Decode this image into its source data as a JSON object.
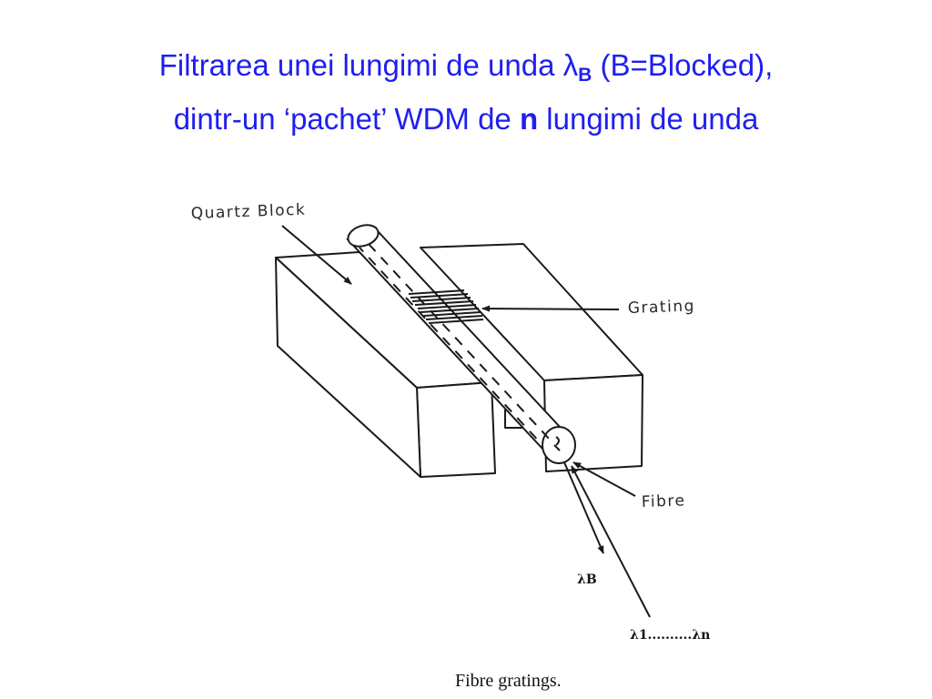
{
  "slide": {
    "title_line1_text": "Filtrarea unei lungimi de unda λ",
    "title_line1_sub": "B",
    "title_line1_tail": " (B=Blocked),",
    "title_line2_text": "dintr-un ‘pachet’ WDM de ",
    "title_line2_bold": "n",
    "title_line2_tail": " lungimi de unda",
    "title_color": "#1f1ff0"
  },
  "figure": {
    "labels": {
      "quartz_block": "Quartz Block",
      "grating": "Grating",
      "fibre": "Fibre",
      "lambda_b": "λB",
      "lambda_range": "λ1..........λn"
    },
    "caption": "Fibre gratings."
  }
}
